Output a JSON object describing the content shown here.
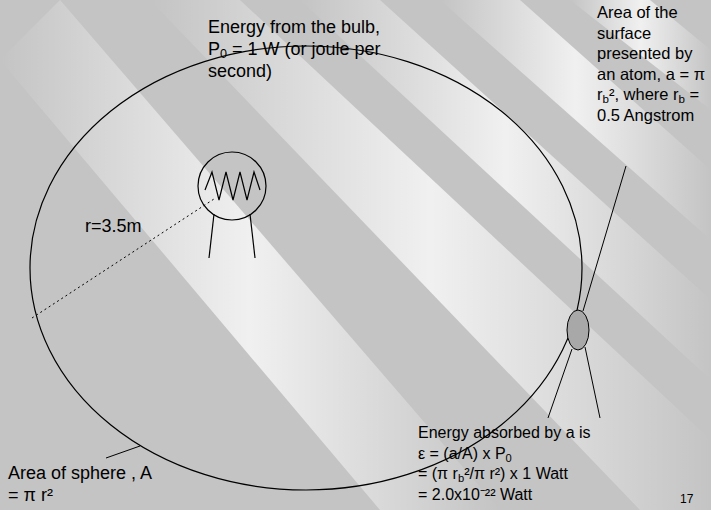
{
  "diagram": {
    "labels": [
      "Energy from the bulb, P0 = 1 W (or joule per second)",
      "r=3.5m",
      "Area of the surface presented by an atom, a = π rb², where rb = 0.5 Angstrom",
      "Energy absorbed by a is",
      "ε = (a/A) x P0",
      "= (π rb²/π r²) x 1 Watt",
      "= 2.0x10⁻²² Watt",
      "Area of sphere , A = π r²",
      "17"
    ]
  }
}
